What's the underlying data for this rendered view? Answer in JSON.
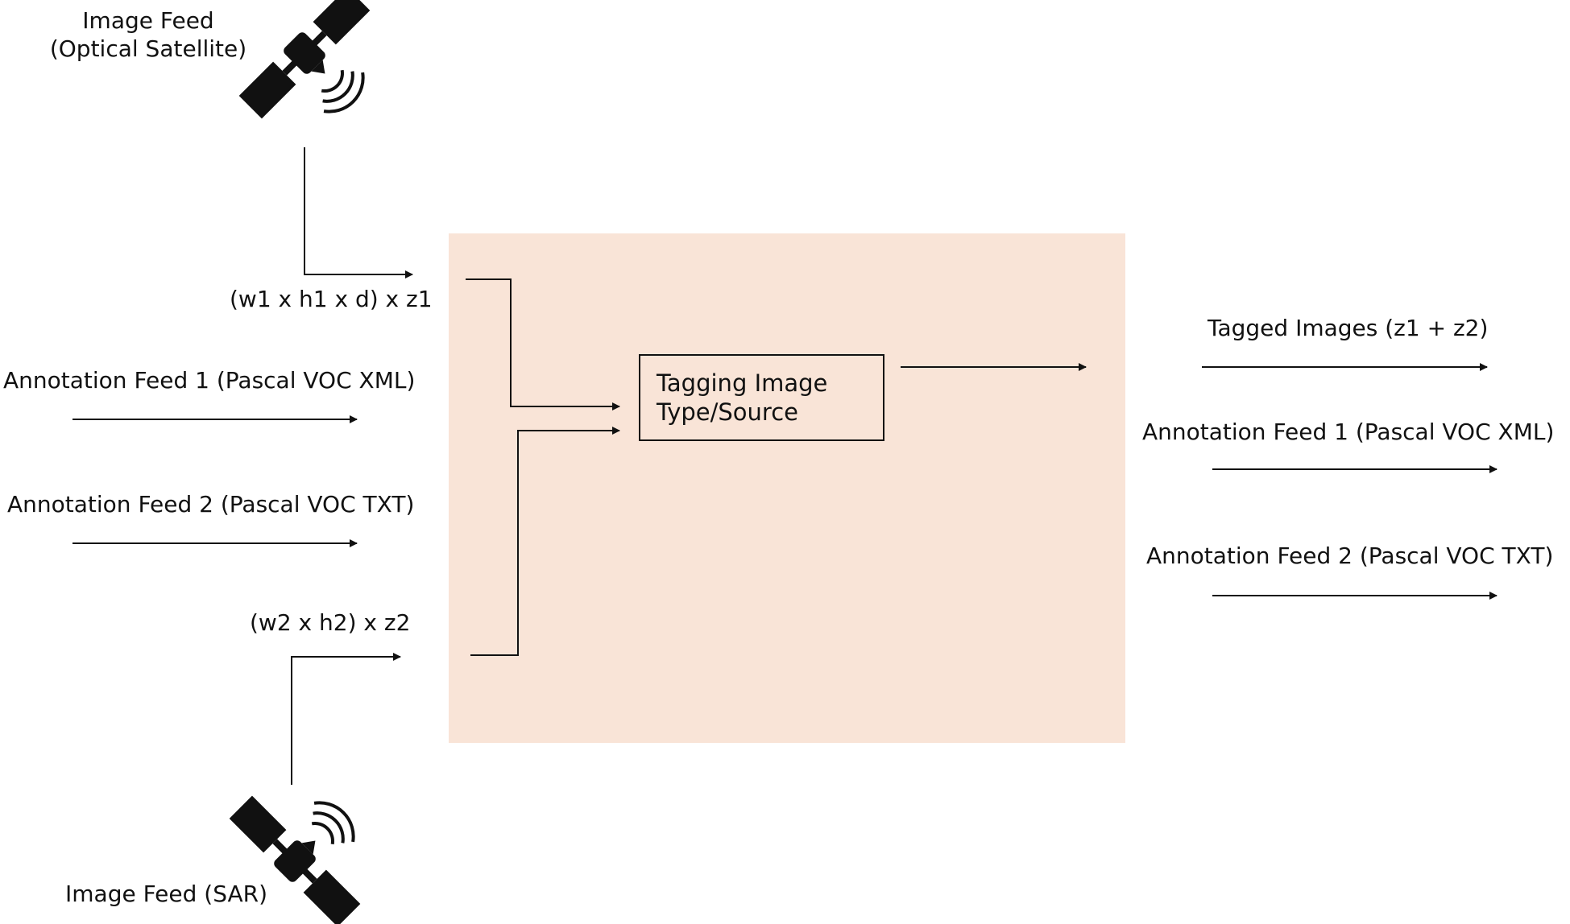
{
  "colors": {
    "panel_fill": "#f9e4d7",
    "line": "#111111",
    "text": "#111111"
  },
  "inputs": {
    "optical_feed": {
      "line1": "Image Feed",
      "line2": "(Optical Satellite)",
      "icon": "satellite-icon"
    },
    "optical_dims": "(w1 x h1 x d) x z1",
    "annotation_feed_1": "Annotation Feed 1 (Pascal VOC XML)",
    "annotation_feed_2": "Annotation Feed 2 (Pascal VOC TXT)",
    "sar_dims": "(w2 x h2) x z2",
    "sar_feed": {
      "label": "Image Feed (SAR)",
      "icon": "satellite-icon"
    }
  },
  "process": {
    "line1": "Tagging Image",
    "line2": "Type/Source"
  },
  "outputs": {
    "tagged_images": "Tagged Images (z1 + z2)",
    "annotation_feed_1": "Annotation Feed 1 (Pascal VOC XML)",
    "annotation_feed_2": "Annotation Feed 2 (Pascal VOC TXT)"
  }
}
